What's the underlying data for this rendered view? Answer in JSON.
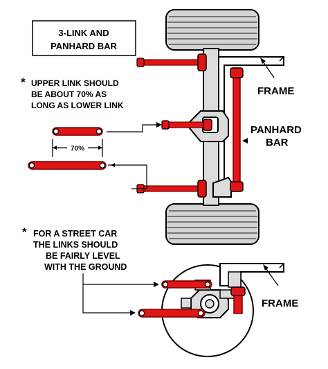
{
  "title": {
    "line1": "3-LINK AND",
    "line2": "PANHARD BAR"
  },
  "note_upper_link": {
    "bullet": "*",
    "line1": "UPPER LINK SHOULD",
    "line2": "BE ABOUT 70% AS",
    "line3": "LONG AS LOWER LINK"
  },
  "percent_label": "70%",
  "panhard_label": {
    "line1": "PANHARD",
    "line2": "BAR"
  },
  "frame_label_top": "FRAME",
  "note_street_car": {
    "bullet": "*",
    "line1": "FOR A STREET CAR",
    "line2": "THE LINKS SHOULD",
    "line3": "BE FAIRLY LEVEL",
    "line4": "WITH THE GROUND"
  },
  "frame_label_bottom": "FRAME",
  "colors": {
    "link_red": "#e01515",
    "link_outline": "#7a0000",
    "tire_gray": "#d4d4d4",
    "axle_gray": "#dcdcdc",
    "outline": "#000000"
  }
}
